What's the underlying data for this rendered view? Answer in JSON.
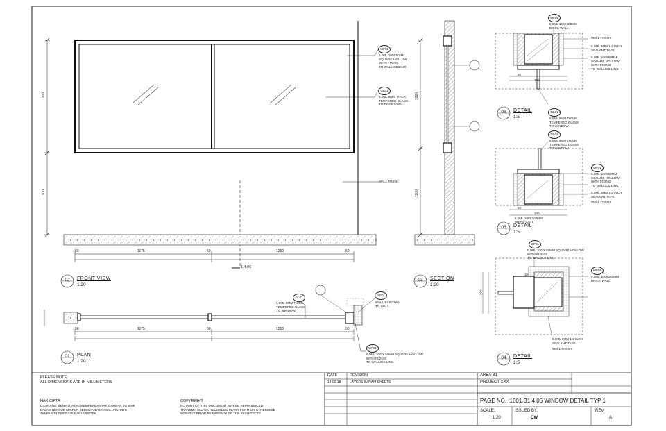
{
  "views": {
    "front": {
      "num": "02",
      "title": "FRONT VIEW",
      "scale": "1:20"
    },
    "section": {
      "num": "03",
      "title": "SECTION",
      "scale": "1:20"
    },
    "plan": {
      "num": "01",
      "title": "PLAN",
      "scale": "1:20"
    },
    "detail06": {
      "num": "06",
      "title": "DETAIL",
      "scale": "1:5"
    },
    "detail05": {
      "num": "05",
      "title": "DETAIL",
      "scale": "1:5"
    },
    "detail04": {
      "num": "04",
      "title": "DETAIL",
      "scale": "1:5"
    }
  },
  "tags": {
    "wf": "WF01",
    "gl": "GL01"
  },
  "section_ref": "1.4.06",
  "notes": {
    "front_wf": "5.0ML 100X50MM\nSQUARE HOLLOW\nWITH FIXING\nTO WALL/CEILING",
    "front_gl": "6.0ML 6MM THICK\nTEMPERED GLASS\nTO DOORS/WALL",
    "front_wall": "WALL FINISH",
    "plan_gl": "6.0ML 6MM THICK\nTEMPERED GLASS\nTO WINDOW",
    "plan_wf_top": "WALL EXISTING\nTO WALL",
    "plan_wf_bottom": "5.0ML 100 X 50MM SQUARE HOLLOW\nWITH FIXING\nTO WALL/CEILING",
    "d06_top": "5.0ML 100X100MM\nBRICK WALL",
    "d06_wall": "WALL FINISH",
    "d06_r1": "5.0ML 6MM 1/2 INCH\nSEALANT/TAPE",
    "d06_r2": "5.0ML 100X50MM\nSQUARE HOLLOW\nWITH FIXING\nTO WALL/CEILING",
    "d06_bottom": "6.0ML 6MM THICK\nTEMPERED GLASS\nTO WINDOW",
    "d05_top": "6.0ML 6MM THICK\nTEMPERED GLASS\nTO WINDOW",
    "d05_r1": "5.0ML 100X50MM\nSQUARE HOLLOW\nWITH FIXING\nTO WALL/CEILING",
    "d05_r2": "5.0ML 6MM 1/2 INCH\nSEALANT/TAPE",
    "d05_wall": "WALL FINISH",
    "d05_bottom": "5.0ML 100X100MM\nBRICK WALL",
    "d04_top": "5.0ML 100 X 50MM SQUARE HOLLOW\nWITH FIXING\nTO WALL/CEILING",
    "d04_r1": "5.0ML 100X100MM\nBRICK WALL",
    "d04_bottom": "5.0ML 6MM 1/2 INCH\nSEALANT/TAPE",
    "d04_wall": "WALL FINISH"
  },
  "dims": {
    "front_h_a": "1200",
    "front_h_b": "1100",
    "front_w_a": "1175",
    "front_w_b": "1250",
    "front_e": "50",
    "section_h_a": "1200",
    "section_h_b": "1100",
    "plan_w_a": "1175",
    "plan_w_b": "1250",
    "plan_e": "50",
    "det_a": "100",
    "det_b": "50",
    "det_c": "10"
  },
  "title_block": {
    "please_note": "PLEASE NOTE:",
    "dimensions_note": "ALL DIMENSIONS ARE IN MILLIMETERS",
    "hak_cipta_title": "HAK CIPTA",
    "hak_cipta_text": "DILARANG MENIRU, ATAU MEMPERBANYAK GAMBAR INI BAIK\nDALAM BENTUK APAPUN SEBAGIAN ATAU SELURUHNYA\nTANPA IZIN TERTULIS DARI ARSITEK",
    "copyright_title": "COPYRIGHT",
    "copyright_text": "NO PART OF THIS DOCUMENT MAY BE REPRODUCED,\nTRANSMITTED OR RECORDED IN ANY FORM OR OTHERWISE\nWITHOUT PRIOR PERMISSION OF THE ARCHITECTS",
    "date_label": "DATE",
    "revision_label": "REVISION",
    "date_value": "14.02.18",
    "revision_value": "LAYERS IN NAM SHEETS",
    "area": "AREA B1",
    "project": "PROJECT XXX",
    "page": "PAGE NO. :1601.B1.4.06 WINDOW DETAIL TYP 1",
    "scale_label": "SCALE:",
    "scale_value": "1:20",
    "issued_label": "ISSUED BY:",
    "issued_value": "CW",
    "rev_label": "REV.",
    "rev_value": "A"
  }
}
